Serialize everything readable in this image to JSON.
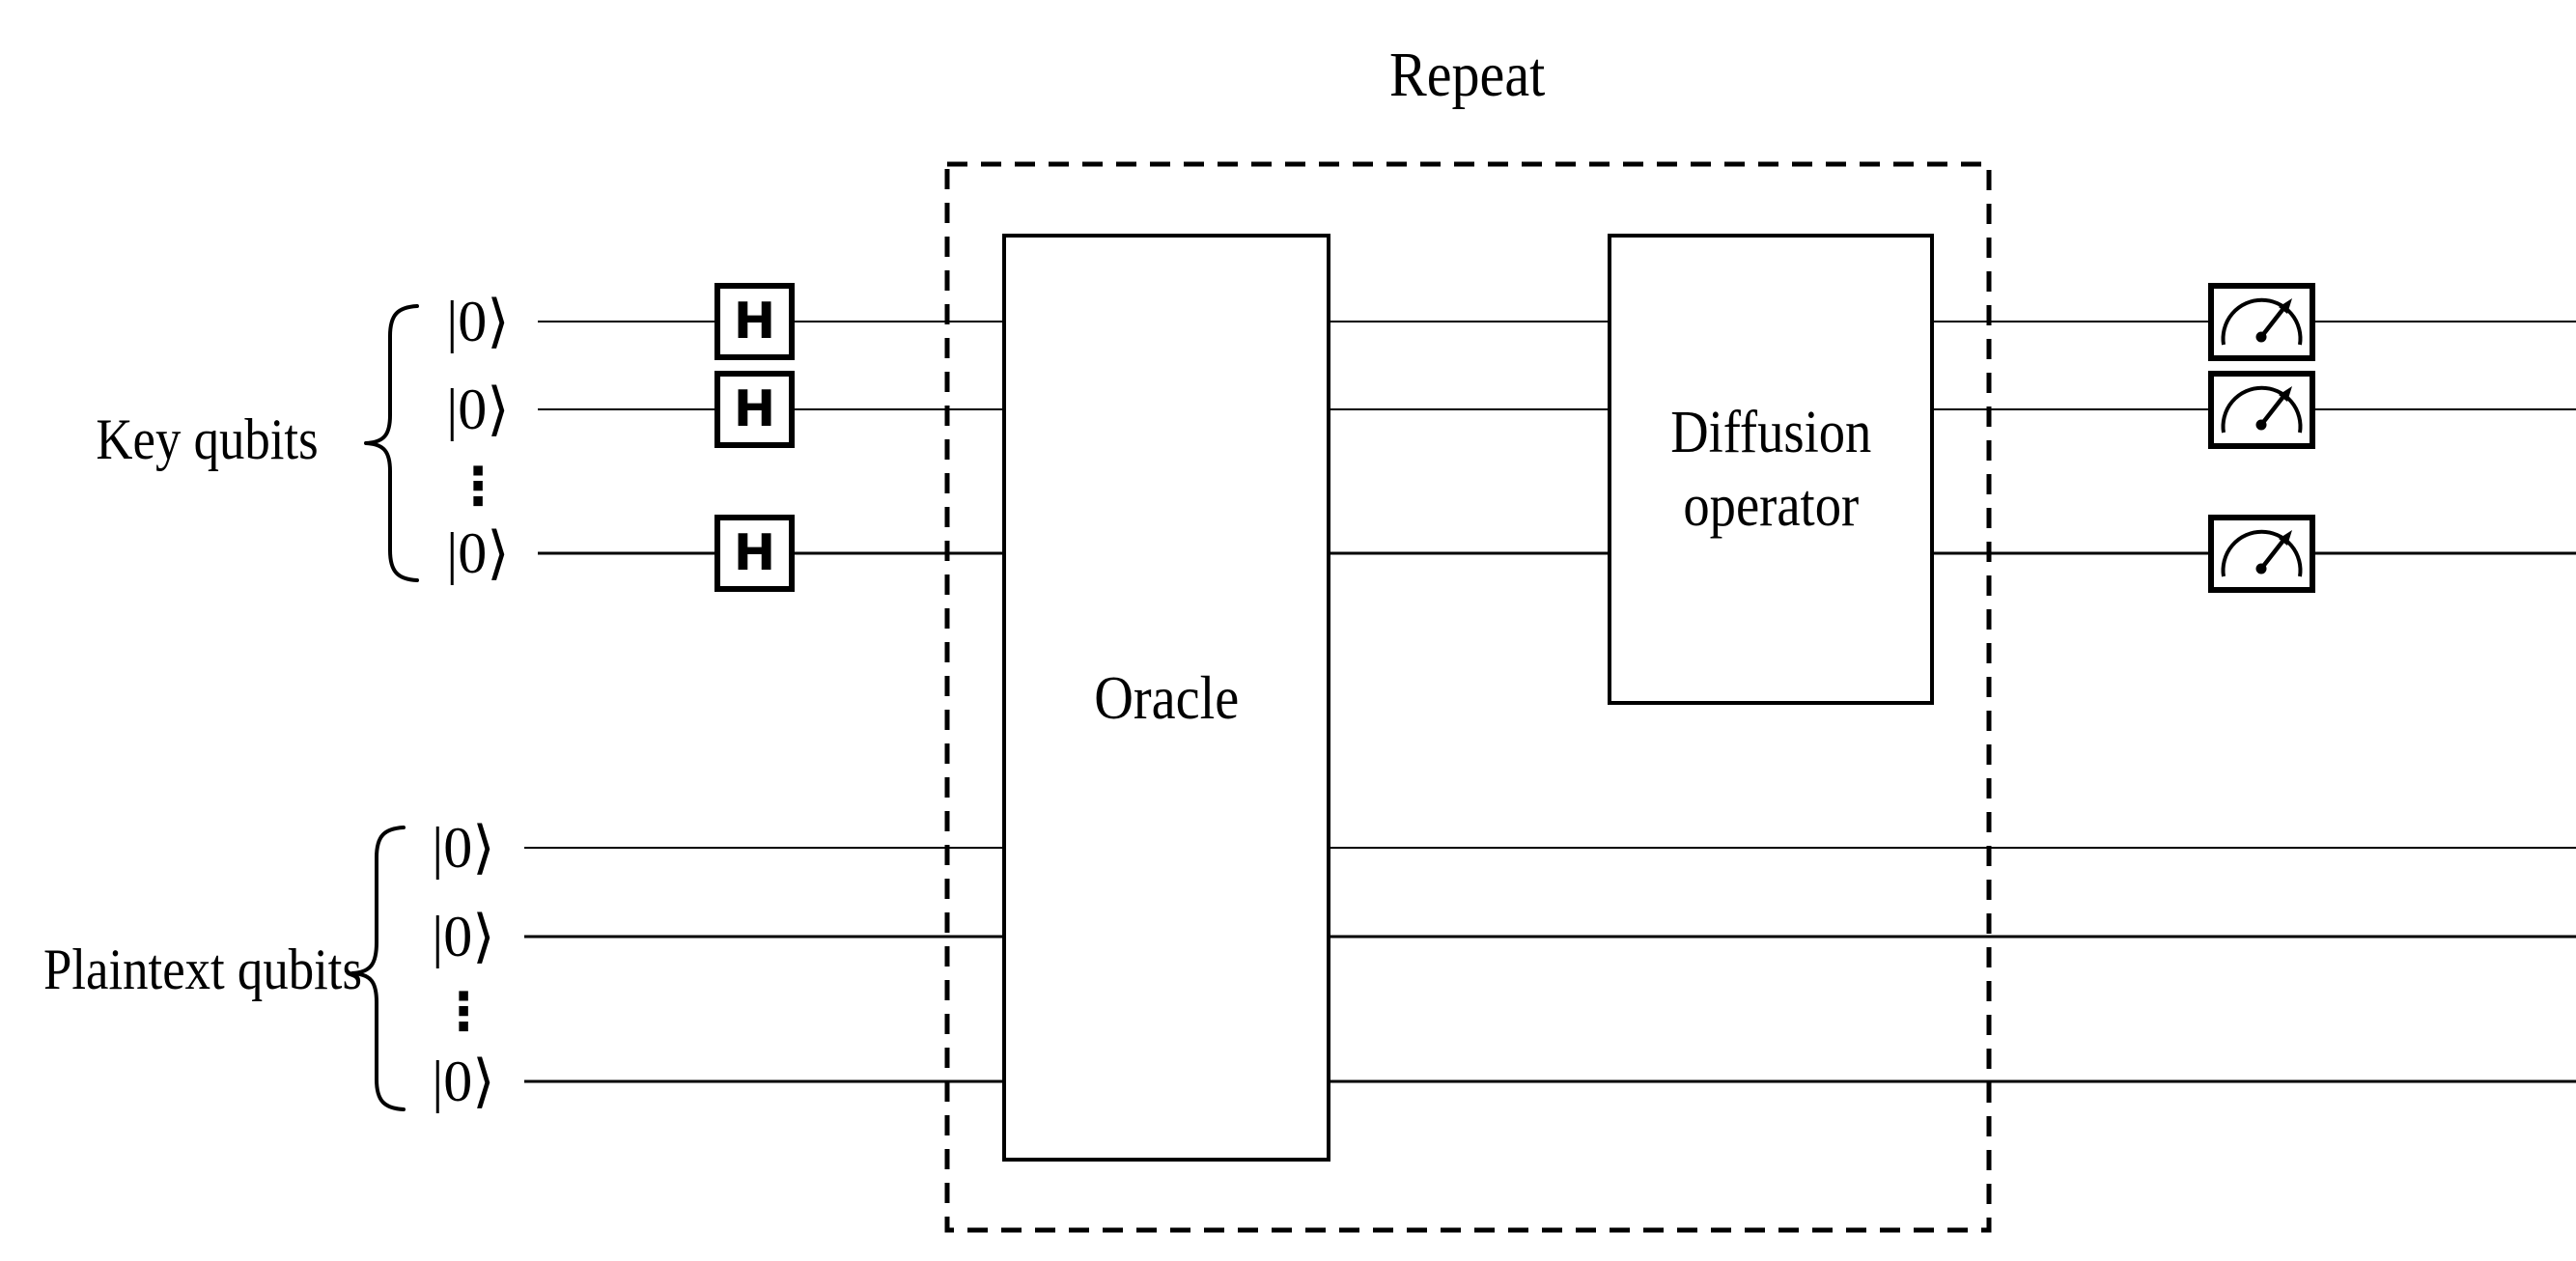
{
  "canvas": {
    "background": "#ffffff",
    "ink": "#000000"
  },
  "repeat_block": {
    "label": "Repeat"
  },
  "gates": {
    "hadamard": "H",
    "oracle": "Oracle",
    "diffusion": {
      "line1": "Diffusion",
      "line2": "operator"
    }
  },
  "key_group": {
    "label": "Key qubits",
    "ellipsis": "⋮",
    "wires": [
      {
        "ket": "|0⟩",
        "gate": "H",
        "measured": true
      },
      {
        "ket": "|0⟩",
        "gate": "H",
        "measured": true
      },
      {
        "ket": "|0⟩",
        "gate": "H",
        "measured": true
      }
    ]
  },
  "plaintext_group": {
    "label": "Plaintext qubits",
    "ellipsis": "⋮",
    "wires": [
      {
        "ket": "|0⟩"
      },
      {
        "ket": "|0⟩"
      },
      {
        "ket": "|0⟩"
      }
    ]
  },
  "icons": {
    "measurement": "measurement-gauge-icon"
  }
}
